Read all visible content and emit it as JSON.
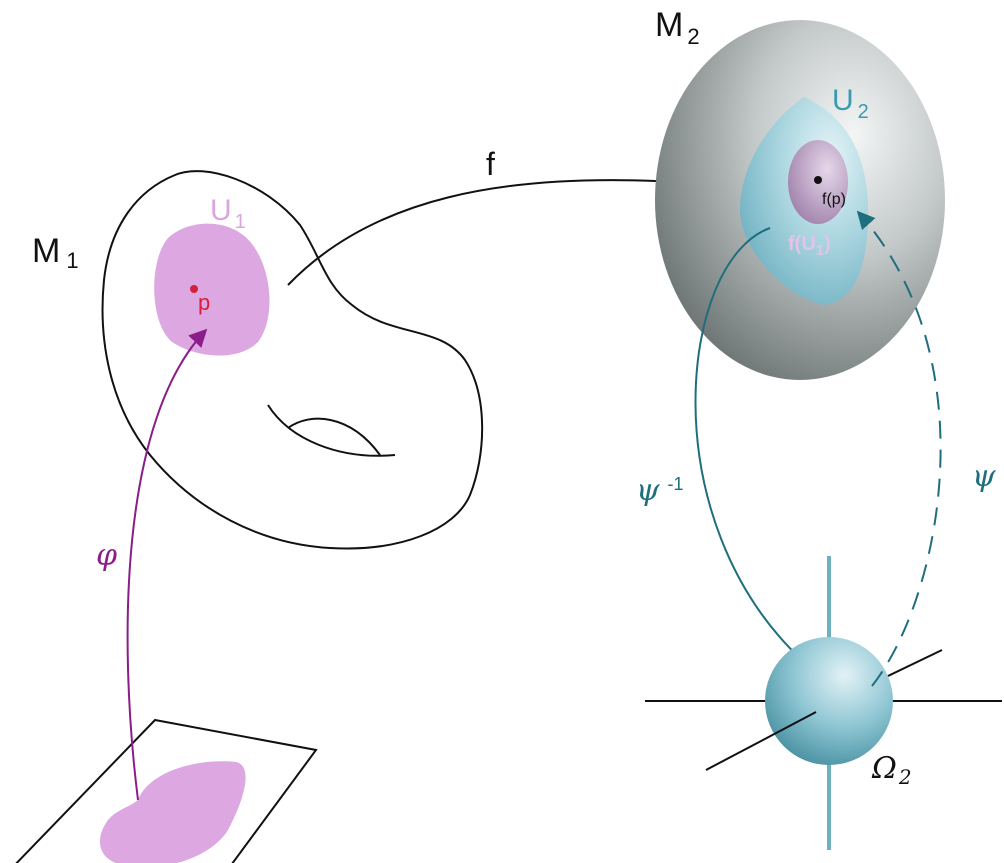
{
  "labels": {
    "m1": "M",
    "m1_sub": "1",
    "u1": "U",
    "u1_sub": "1",
    "p": "p",
    "phi": "φ",
    "f": "f",
    "m2": "M",
    "m2_sub": "2",
    "u2": "U",
    "u2_sub": "2",
    "fp": "f(p)",
    "fu1": "f(U",
    "fu1_sub": "1",
    "fu1_close": ")",
    "psi_inv": "ψ",
    "psi_inv_sup": "-1",
    "psi": "ψ",
    "omega": "Ω",
    "omega_sub": "2"
  },
  "colors": {
    "outline": "#111111",
    "pink_region": "#dda7e2",
    "pink_label": "#d9a6dd",
    "point_red": "#d51f3c",
    "phi_purple": "#8a1d8a",
    "teal": "#1f6e7e",
    "teal_label": "#3a9ab0",
    "sphere_gray": "#9aa1a1",
    "u2_blue": "#8fc5d2",
    "inner_purple": "#a98bb4"
  }
}
